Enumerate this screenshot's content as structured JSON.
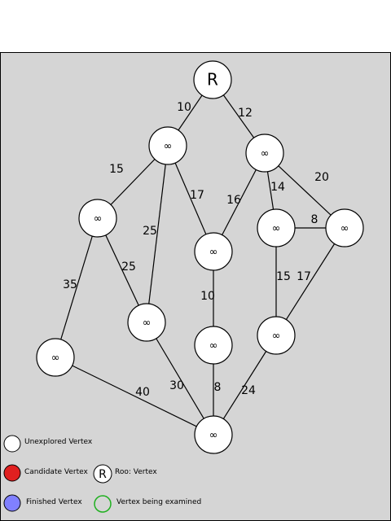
{
  "colors": {
    "background": "#d5d5d5",
    "border": "#000000",
    "unexplored": "#ffffff",
    "candidate": "#e02020",
    "finished": "#8080ff",
    "examined_ring": "#20b020"
  },
  "root_label": "R",
  "infinity_symbol": "∞",
  "vertices": [
    {
      "id": "r"
    },
    {
      "id": "a"
    },
    {
      "id": "b"
    },
    {
      "id": "c"
    },
    {
      "id": "d"
    },
    {
      "id": "e"
    },
    {
      "id": "f"
    },
    {
      "id": "g"
    },
    {
      "id": "h"
    },
    {
      "id": "i"
    },
    {
      "id": "j"
    },
    {
      "id": "k"
    },
    {
      "id": "l"
    }
  ],
  "edges": [
    {
      "from": "r",
      "to": "a",
      "weight": "10"
    },
    {
      "from": "r",
      "to": "b",
      "weight": "12"
    },
    {
      "from": "a",
      "to": "c",
      "weight": "15"
    },
    {
      "from": "a",
      "to": "d",
      "weight": "17"
    },
    {
      "from": "a",
      "to": "h",
      "weight": "25"
    },
    {
      "from": "b",
      "to": "d",
      "weight": "16"
    },
    {
      "from": "b",
      "to": "e",
      "weight": "14"
    },
    {
      "from": "b",
      "to": "f",
      "weight": "20"
    },
    {
      "from": "e",
      "to": "f",
      "weight": "8"
    },
    {
      "from": "c",
      "to": "h",
      "weight": "25"
    },
    {
      "from": "c",
      "to": "g",
      "weight": "35"
    },
    {
      "from": "d",
      "to": "i",
      "weight": "10"
    },
    {
      "from": "e",
      "to": "j",
      "weight": "15"
    },
    {
      "from": "f",
      "to": "j",
      "weight": "17"
    },
    {
      "from": "g",
      "to": "k",
      "weight": "40"
    },
    {
      "from": "h",
      "to": "k",
      "weight": "30"
    },
    {
      "from": "i",
      "to": "k",
      "weight": "8"
    },
    {
      "from": "j",
      "to": "k",
      "weight": "24"
    }
  ],
  "legend": {
    "unexplored": "Unexplored Vertex",
    "candidate": "Candidate Vertex",
    "root_symbol": "R",
    "root": "Roo: Vertex",
    "finished": "Finished Vertex",
    "examined": "Vertex being examined"
  }
}
